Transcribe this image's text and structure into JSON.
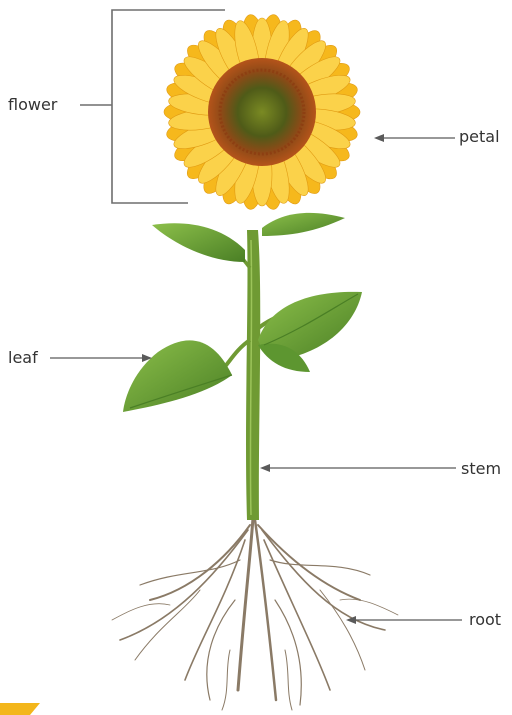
{
  "diagram": {
    "subject": "sunflower-plant",
    "labels": {
      "flower": "flower",
      "petal": "petal",
      "leaf": "leaf",
      "stem": "stem",
      "root": "root"
    },
    "colors": {
      "petal": "#f6b81c",
      "petal_light": "#fbd24a",
      "disk_outer": "#b5541a",
      "disk_inner": "#5d6a1e",
      "stem": "#6f9a33",
      "leaf": "#5d9630",
      "leaf_light": "#8cbf4a",
      "root": "#8a7a66",
      "pointer": "#5a5a5a",
      "corner_accent": "#f3b61b"
    }
  }
}
